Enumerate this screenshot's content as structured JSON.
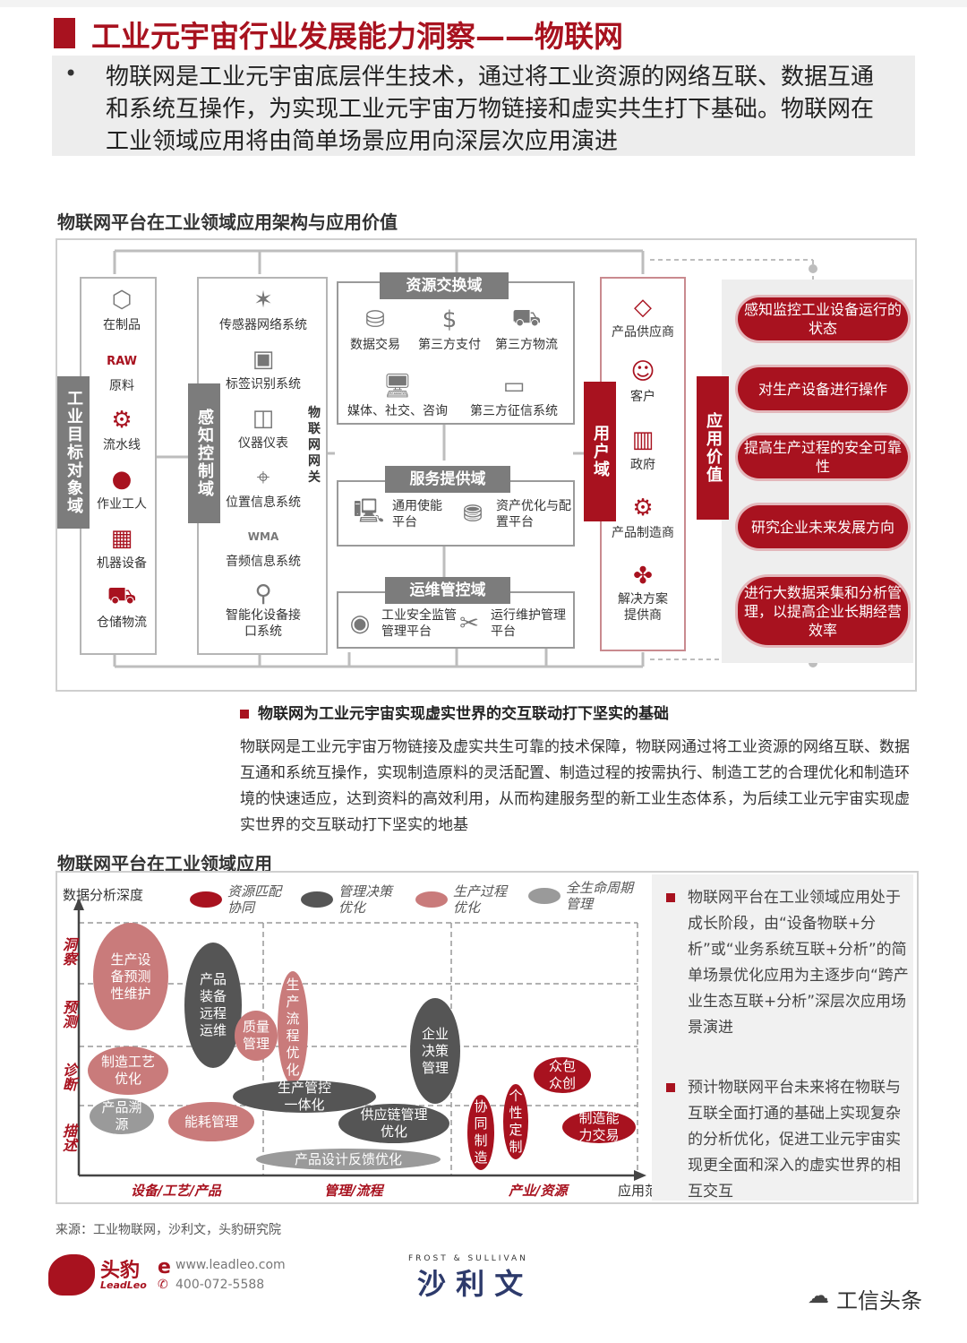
{
  "header": {
    "title": "工业元宇宙行业发展能力洞察——物联网",
    "intro_bullet": "•",
    "intro": "物联网是工业元宇宙底层伴生技术，通过将工业资源的网络互联、数据互通和系统互操作，为实现工业元宇宙万物链接和虚实共生打下基础。物联网在工业领域应用将由简单场景应用向深层次应用演进"
  },
  "architecture": {
    "section_title": "物联网平台在工业领域应用架构与应用价值",
    "target_label": "工业目标对象域",
    "targets": [
      {
        "label": "在制品",
        "icon": "cube-icon"
      },
      {
        "label": "原料",
        "icon": "raw-file-icon"
      },
      {
        "label": "流水线",
        "icon": "assembly-line-icon"
      },
      {
        "label": "作业工人",
        "icon": "worker-icon"
      },
      {
        "label": "机器设备",
        "icon": "machine-icon"
      },
      {
        "label": "仓储物流",
        "icon": "truck-icon"
      }
    ],
    "sensing_label": "感知控制域",
    "sensing": [
      {
        "label": "传感器网络系统",
        "icon": "network-icon"
      },
      {
        "label": "标签识别系统",
        "icon": "tag-icon"
      },
      {
        "label": "仪器仪表",
        "icon": "meter-icon"
      },
      {
        "label": "位置信息系统",
        "icon": "location-icon"
      },
      {
        "label": "音频信息系统",
        "icon": "audio-file-icon"
      },
      {
        "label": "智能化设备接口系统",
        "icon": "usb-icon"
      }
    ],
    "gateway_label": "物联网网关",
    "resource_domain": {
      "title": "资源交换域",
      "items": [
        {
          "label": "数据交易",
          "icon": "database-icon"
        },
        {
          "label": "第三方支付",
          "icon": "dollar-icon"
        },
        {
          "label": "第三方物流",
          "icon": "truck-icon"
        },
        {
          "label": "媒体、社交、咨询",
          "icon": "monitor-user-icon"
        },
        {
          "label": "第三方征信系统",
          "icon": "credit-card-icon"
        }
      ]
    },
    "service_domain": {
      "title": "服务提供域",
      "items": [
        {
          "label": "通用使能平台",
          "icon": "desktop-icon"
        },
        {
          "label": "资产优化与配置平台",
          "icon": "coins-icon"
        }
      ]
    },
    "ops_domain": {
      "title": "运维管控域",
      "items": [
        {
          "label": "工业安全监管管理平台",
          "icon": "shield-eye-icon"
        },
        {
          "label": "运行维护管理平台",
          "icon": "tools-icon"
        }
      ]
    },
    "user_label": "用户域",
    "users": [
      {
        "label": "产品供应商",
        "icon": "shapes-icon"
      },
      {
        "label": "客户",
        "icon": "people-icon"
      },
      {
        "label": "政府",
        "icon": "building-icon"
      },
      {
        "label": "产品制造商",
        "icon": "gear-wrench-icon"
      },
      {
        "label": "解决方案提供商",
        "icon": "clover-icon"
      }
    ],
    "value_label": "应用价值",
    "values": [
      "感知监控工业设备运行的状态",
      "对生产设备进行操作",
      "提高生产过程的安全可靠性",
      "研究企业未来发展方向",
      "进行大数据采集和分析管理，以提高企业长期经营效率"
    ]
  },
  "middle": {
    "heading": "物联网为工业元宇宙实现虚实世界的交互联动打下坚实的基础",
    "paragraph": "物联网是工业元宇宙万物链接及虚实共生可靠的技术保障，物联网通过将工业资源的网络互联、数据互通和系统互操作，实现制造原料的灵活配置、制造过程的按需执行、制造工艺的合理优化和制造环境的快速适应，达到资料的高效利用，从而构建服务型的新工业生态体系，为后续工业元宇宙实现虚实世界的交互联动打下坚实的地基"
  },
  "chart_section_title": "物联网平台在工业领域应用",
  "chart_data": {
    "type": "scatter",
    "ylabel": "数据分析深度",
    "xlabel": "应用范畴",
    "y_categories": [
      "描述",
      "诊断",
      "预测",
      "洞察"
    ],
    "x_categories": [
      "设备/工艺/产品",
      "管理/流程",
      "产业/资源"
    ],
    "legend": [
      {
        "label": "资源匹配协同",
        "color": "#a8121f"
      },
      {
        "label": "管理决策优化",
        "color": "#555555"
      },
      {
        "label": "生产过程优化",
        "color": "#c97b7b"
      },
      {
        "label": "全生命周期管理",
        "color": "#9a9a9a"
      }
    ],
    "bubbles": [
      {
        "label": "生产设备预测性维护",
        "group": "生产过程优化"
      },
      {
        "label": "产品装备远程运维",
        "group": "管理决策优化"
      },
      {
        "label": "质量管理",
        "group": "生产过程优化"
      },
      {
        "label": "生产流程优化",
        "group": "生产过程优化"
      },
      {
        "label": "企业决策管理",
        "group": "管理决策优化"
      },
      {
        "label": "制造工艺优化",
        "group": "生产过程优化"
      },
      {
        "label": "生产管控一体化",
        "group": "管理决策优化"
      },
      {
        "label": "产品溯源",
        "group": "全生命周期管理"
      },
      {
        "label": "能耗管理",
        "group": "生产过程优化"
      },
      {
        "label": "供应链管理优化",
        "group": "管理决策优化"
      },
      {
        "label": "产品设计反馈优化",
        "group": "全生命周期管理"
      },
      {
        "label": "众包众创",
        "group": "资源匹配协同"
      },
      {
        "label": "协同制造",
        "group": "资源匹配协同"
      },
      {
        "label": "个性定制",
        "group": "资源匹配协同"
      },
      {
        "label": "制造能力交易",
        "group": "资源匹配协同"
      }
    ]
  },
  "notes": [
    "物联网平台在工业领域应用处于成长阶段，由“设备物联+分析”或“业务系统互联+分析”的简单场景优化应用为主逐步向“跨产业生态互联+分析”深层次应用场景演进",
    "预计物联网平台未来将在物联与互联全面打通的基础上实现复杂的分析优化，促进工业元宇宙实现更全面和深入的虚实世界的相互交互"
  ],
  "footer": {
    "source": "来源：工业物联网，沙利文，头豹研究院",
    "brand_cn": "头豹",
    "brand_en": "LeadLeo",
    "website": "www.leadleo.com",
    "phone": "400-072-5588",
    "partner_small": "FROST & SULLIVAN",
    "partner_cn": "沙 利 文",
    "watermark": "工信头条"
  },
  "colors": {
    "accent": "#a8121f",
    "gray": "#7c7c7c"
  }
}
